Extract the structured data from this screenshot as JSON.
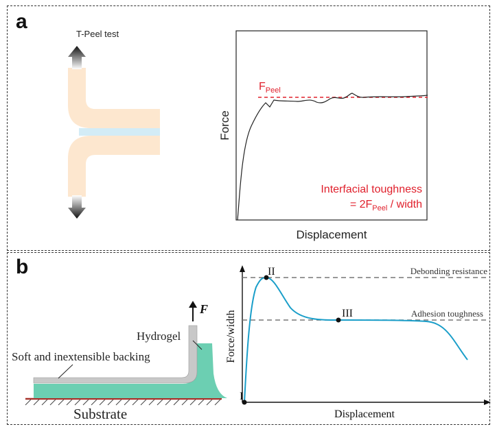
{
  "panel_a": {
    "letter": "a",
    "test_title": "T-Peel test",
    "chart": {
      "xlabel": "Displacement",
      "ylabel": "Force",
      "peel_label": "F",
      "peel_sub": "Peel",
      "toughness_line1": "Interfacial toughness",
      "toughness_line2_pre": "= 2F",
      "toughness_line2_sub": "Peel",
      "toughness_line2_post": " / width"
    }
  },
  "panel_b": {
    "letter": "b",
    "labels": {
      "force": "F",
      "hydrogel": "Hydrogel",
      "backing": "Soft and inextensible backing",
      "substrate": "Substrate"
    },
    "chart": {
      "xlabel": "Displacement",
      "ylabel": "Force/width",
      "point_I": "I",
      "point_II": "II",
      "point_III": "III",
      "debonding": "Debonding resistance",
      "adhesion": "Adhesion toughness"
    }
  },
  "colors": {
    "tape": "#fde7cf",
    "adhesive": "#d3ecf6",
    "curve_a": "#222222",
    "peel_red": "#e0202c",
    "curve_b": "#1a9ec9",
    "hydrogel": "#6ccfb2",
    "backing": "#c8c8c8",
    "substrate_line": "#a8332c"
  }
}
